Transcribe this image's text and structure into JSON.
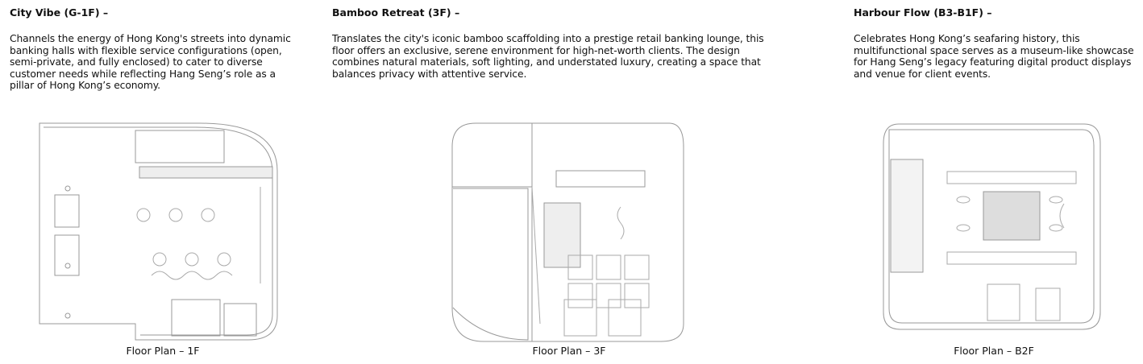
{
  "sections": [
    {
      "title": "City Vibe (G-1F) –",
      "description": "Channels the energy of Hong Kong's streets into dynamic banking halls with flexible service configurations (open, semi-private, and fully enclosed) to cater to diverse customer needs while reflecting Hang Seng’s role as a pillar of Hong Kong’s economy.",
      "caption": "Floor Plan – 1F"
    },
    {
      "title": "Bamboo Retreat (3F) –",
      "description": "Translates the city's iconic bamboo scaffolding into a prestige retail banking lounge, this floor offers an exclusive, serene environment for high-net-worth clients. The design combines natural materials, soft lighting, and understated luxury, creating a space that balances privacy with attentive service.",
      "caption": "Floor Plan – 3F"
    },
    {
      "title": "Harbour Flow (B3-B1F) –",
      "description": "Celebrates Hong Kong’s seafaring history, this multifunctional space serves as a museum-like showcase for Hang Seng’s legacy featuring digital product displays and venue for client events.",
      "caption": "Floor Plan – B2F"
    }
  ]
}
